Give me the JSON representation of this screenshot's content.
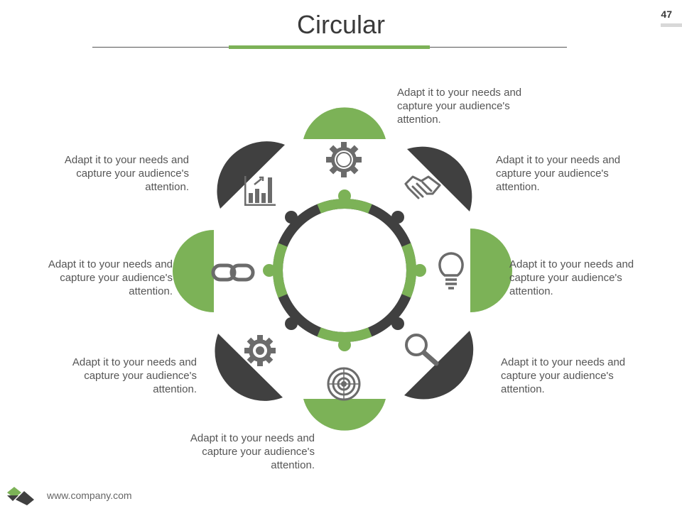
{
  "title": "Circular",
  "page_number": "47",
  "footer": {
    "url": "www.company.com"
  },
  "colors": {
    "accent": "#7cb257",
    "dark": "#404040",
    "icon": "#6b6b6b"
  },
  "segments": [
    {
      "id": "top",
      "icon": "gear-icon",
      "color": "green",
      "text": "Adapt it to your needs and capture your audience's attention."
    },
    {
      "id": "top-right",
      "icon": "handshake-icon",
      "color": "dark",
      "text": "Adapt it to your needs and capture your audience's attention."
    },
    {
      "id": "right",
      "icon": "lightbulb-icon",
      "color": "green",
      "text": "Adapt it to your needs and capture your audience's attention."
    },
    {
      "id": "bottom-right",
      "icon": "magnifier-icon",
      "color": "dark",
      "text": "Adapt it to your needs and capture your audience's attention."
    },
    {
      "id": "bottom",
      "icon": "target-icon",
      "color": "green",
      "text": "Adapt it to your needs and capture your audience's attention."
    },
    {
      "id": "bottom-left",
      "icon": "settings-cog-icon",
      "color": "dark",
      "text": "Adapt it to your needs and capture your audience's attention."
    },
    {
      "id": "left",
      "icon": "chain-link-icon",
      "color": "green",
      "text": "Adapt it to your needs and capture your audience's attention."
    },
    {
      "id": "top-left",
      "icon": "bar-chart-growth-icon",
      "color": "dark",
      "text": "Adapt it to your needs and capture your audience's attention."
    }
  ]
}
